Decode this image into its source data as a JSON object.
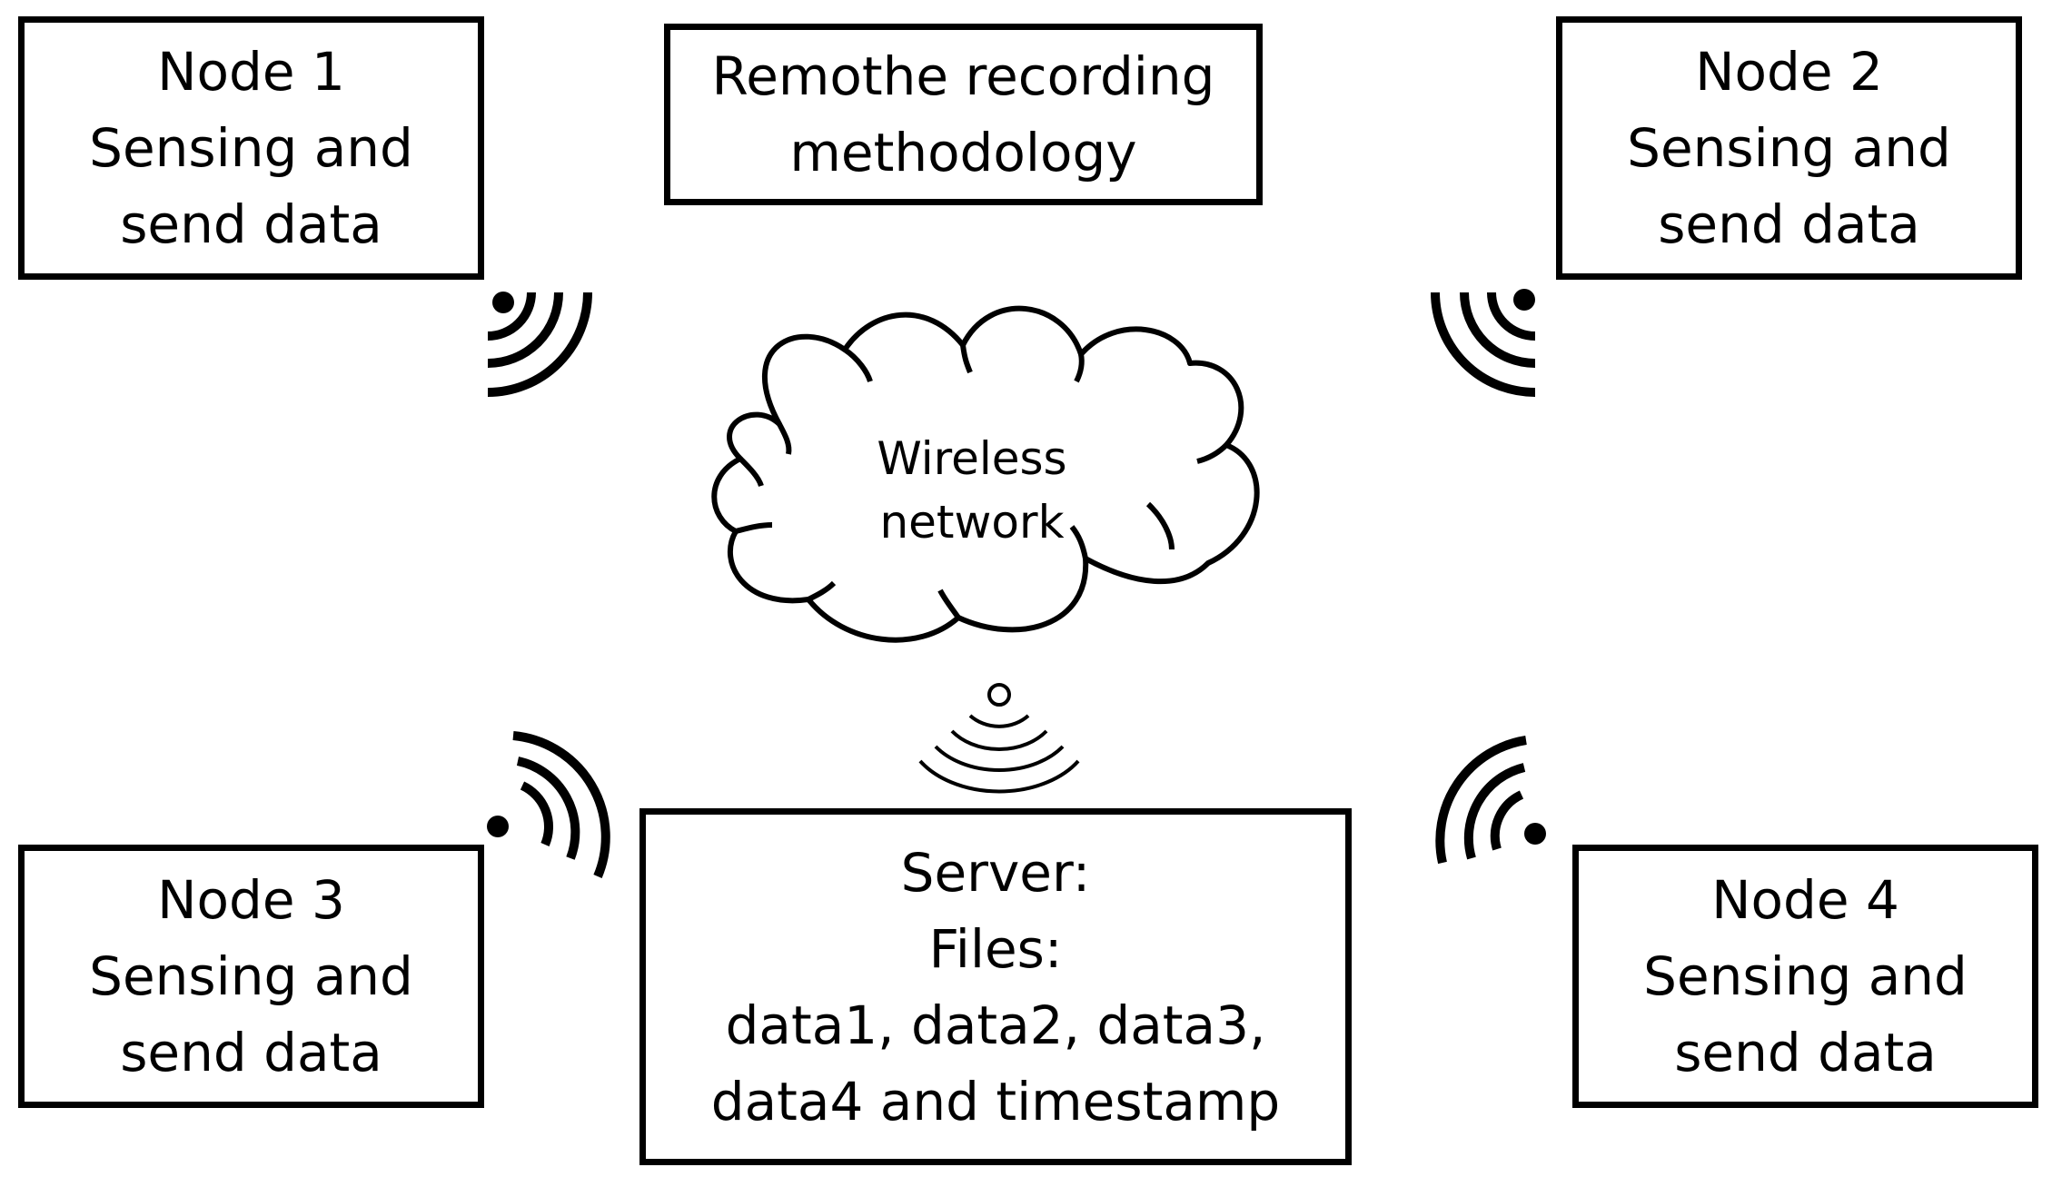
{
  "title": {
    "line1": "Remothe recording",
    "line2": "methodology"
  },
  "nodes": [
    {
      "line1": "Node 1",
      "line2": "Sensing and",
      "line3": "send data"
    },
    {
      "line1": "Node 2",
      "line2": "Sensing and",
      "line3": "send data"
    },
    {
      "line1": "Node 3",
      "line2": "Sensing and",
      "line3": "send data"
    },
    {
      "line1": "Node 4",
      "line2": "Sensing and",
      "line3": "send data"
    }
  ],
  "cloud": {
    "line1": "Wireless",
    "line2": "network"
  },
  "server": {
    "line1": "Server:",
    "line2": "Files:",
    "line3": "data1, data2, data3,",
    "line4": "data4 and timestamp"
  },
  "icons": {
    "node_signal": "wireless-signal-icon",
    "cloud_antenna": "antenna-signal-icon"
  },
  "colors": {
    "stroke": "#000000",
    "background": "#ffffff"
  }
}
